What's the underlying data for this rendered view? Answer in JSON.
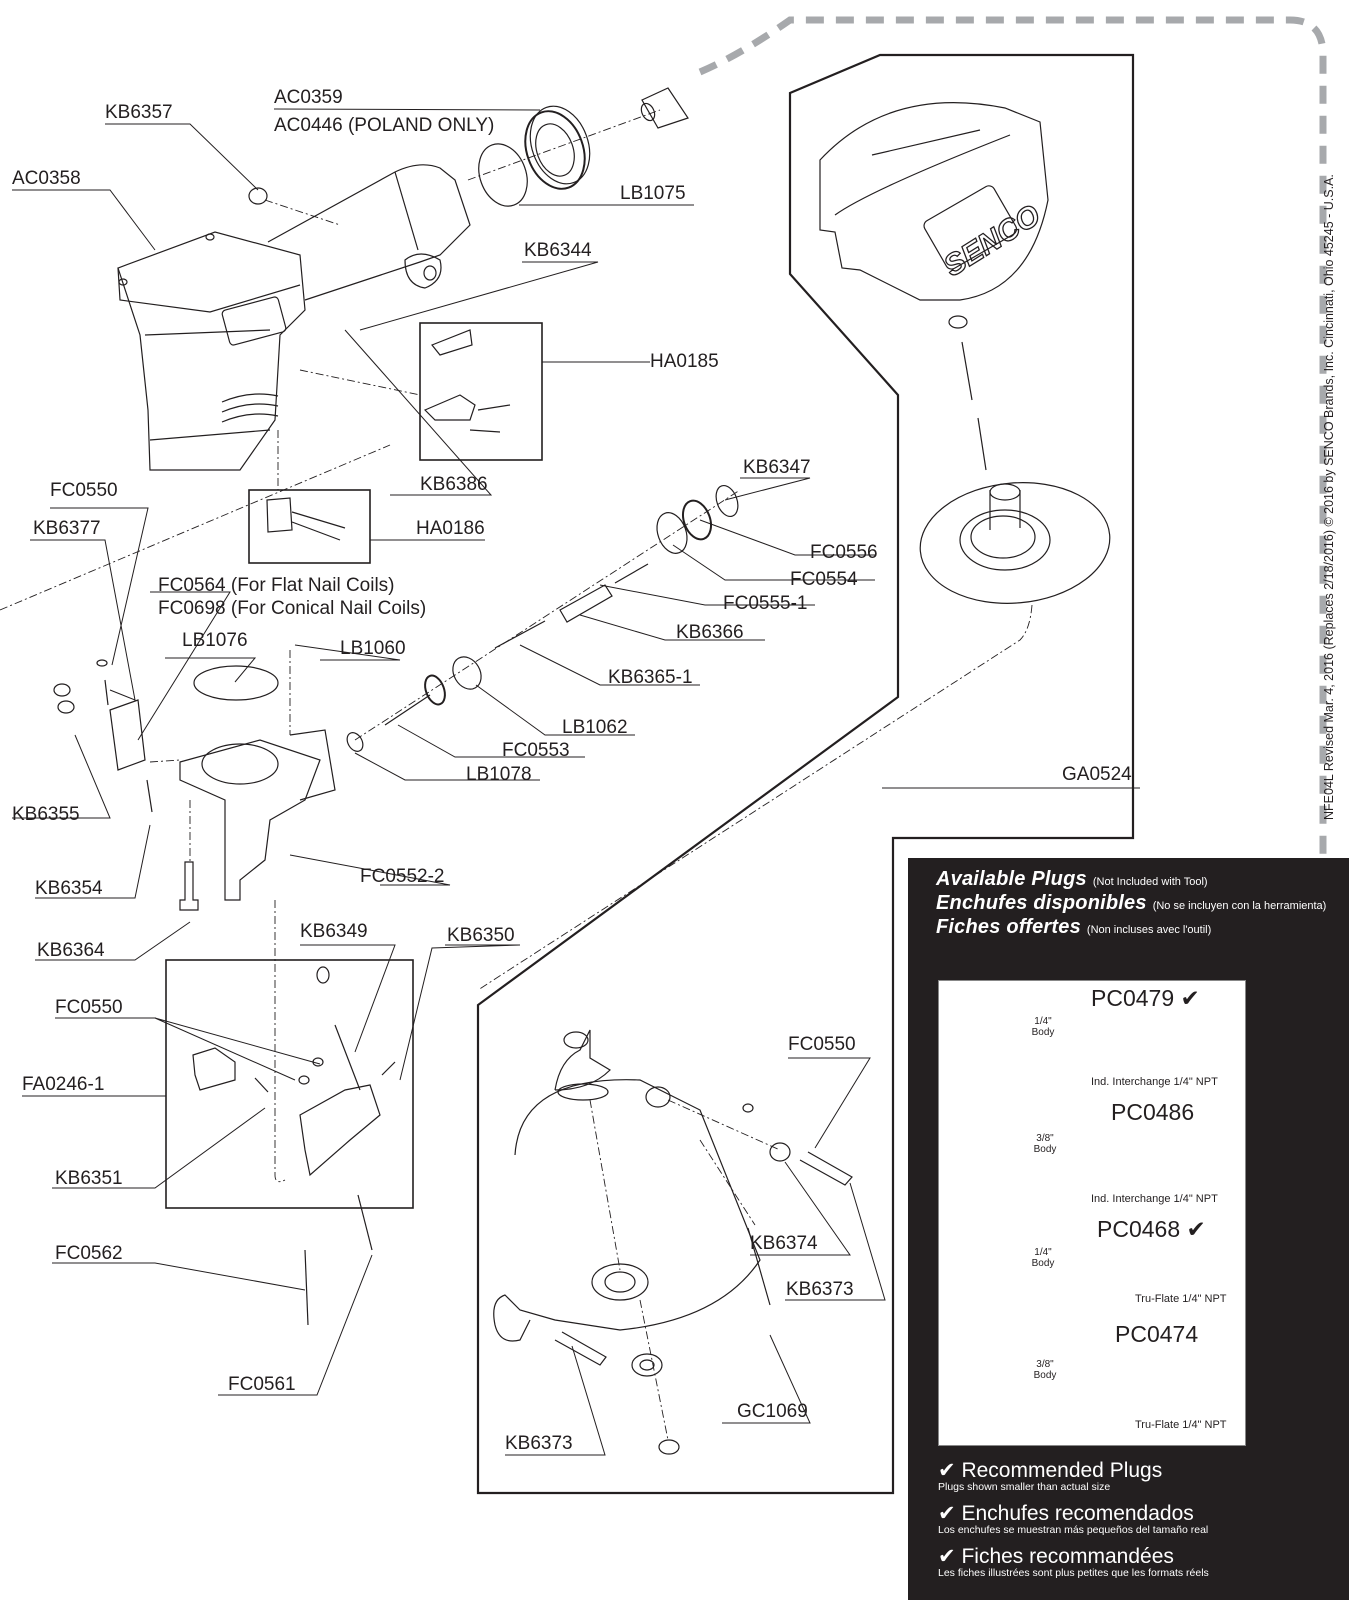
{
  "document": {
    "footer_vertical": "NFE04L  Revised Mar. 4, 2016 (Replaces 2/18/2016) © 2016 by SENCO Brands, Inc. Cincinnati, Ohio 45245 - U.S.A.",
    "brand_on_canister": "SENCO"
  },
  "part_labels": {
    "ac0359": "AC0359",
    "ac0446": "AC0446 (POLAND ONLY)",
    "kb6357": "KB6357",
    "ac0358": "AC0358",
    "lb1075": "LB1075",
    "kb6344": "KB6344",
    "ha0185": "HA0185",
    "kb6386": "KB6386",
    "ha0186": "HA0186",
    "kb6347": "KB6347",
    "fc0556": "FC0556",
    "fc0554": "FC0554",
    "fc0555_1": "FC0555-1",
    "kb6366": "KB6366",
    "kb6365_1": "KB6365-1",
    "lb1062": "LB1062",
    "fc0553": "FC0553",
    "lb1078": "LB1078",
    "fc0550_a": "FC0550",
    "kb6377": "KB6377",
    "fc0564": "FC0564 (For Flat Nail Coils)",
    "fc0698": "FC0698 (For Conical Nail Coils)",
    "lb1076": "LB1076",
    "lb1060": "LB1060",
    "kb6355": "KB6355",
    "kb6354": "KB6354",
    "fc0552_2": "FC0552-2",
    "kb6364": "KB6364",
    "kb6349": "KB6349",
    "kb6350": "KB6350",
    "fc0550_b": "FC0550",
    "fa0246_1": "FA0246-1",
    "kb6351": "KB6351",
    "fc0562": "FC0562",
    "fc0561": "FC0561",
    "ga0524": "GA0524",
    "fc0550_c": "FC0550",
    "kb6374": "KB6374",
    "kb6373_a": "KB6373",
    "gc1069": "GC1069",
    "kb6373_b": "KB6373"
  },
  "plugs_panel": {
    "headings": [
      {
        "title": "Available Plugs",
        "note": "(Not Included with Tool)"
      },
      {
        "title": "Enchufes disponibles",
        "note": "(No se incluyen con la herramienta)"
      },
      {
        "title": "Fiches offertes",
        "note": "(Non incluses avec l'outil)"
      }
    ],
    "plugs": [
      {
        "code": "PC0479",
        "recommended": true,
        "body": "1/4\"",
        "body_word": "Body",
        "type": "Ind. Interchange 1/4\" NPT"
      },
      {
        "code": "PC0486",
        "recommended": false,
        "body": "3/8\"",
        "body_word": "Body",
        "type": "Ind. Interchange 1/4\" NPT"
      },
      {
        "code": "PC0468",
        "recommended": true,
        "body": "1/4\"",
        "body_word": "Body",
        "type": "Tru-Flate 1/4\" NPT"
      },
      {
        "code": "PC0474",
        "recommended": false,
        "body": "3/8\"",
        "body_word": "Body",
        "type": "Tru-Flate 1/4\" NPT"
      }
    ],
    "check_glyph": "✔",
    "recommended": [
      {
        "title": "Recommended Plugs",
        "sub": "Plugs shown smaller than actual size"
      },
      {
        "title": "Enchufes recomendados",
        "sub": "Los enchufes se muestran más pequeños del tamaño real"
      },
      {
        "title": "Fiches recommandées",
        "sub": "Les fiches illustrées sont plus petites que les formats réels"
      }
    ]
  },
  "colors": {
    "ink": "#231f20",
    "panel": "#231f20",
    "dash": "#a7a9ac"
  }
}
